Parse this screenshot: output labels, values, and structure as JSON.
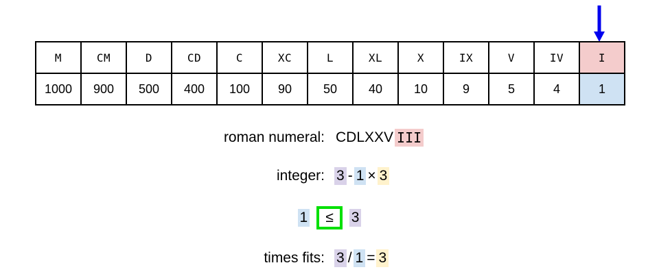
{
  "table": {
    "columns": [
      {
        "symbol": "M",
        "value": "1000",
        "highlight": false
      },
      {
        "symbol": "CM",
        "value": "900",
        "highlight": false
      },
      {
        "symbol": "D",
        "value": "500",
        "highlight": false
      },
      {
        "symbol": "CD",
        "value": "400",
        "highlight": false
      },
      {
        "symbol": "C",
        "value": "100",
        "highlight": false
      },
      {
        "symbol": "XC",
        "value": "90",
        "highlight": false
      },
      {
        "symbol": "L",
        "value": "50",
        "highlight": false
      },
      {
        "symbol": "XL",
        "value": "40",
        "highlight": false
      },
      {
        "symbol": "X",
        "value": "10",
        "highlight": false
      },
      {
        "symbol": "IX",
        "value": "9",
        "highlight": false
      },
      {
        "symbol": "V",
        "value": "5",
        "highlight": false
      },
      {
        "symbol": "IV",
        "value": "4",
        "highlight": false
      },
      {
        "symbol": "I",
        "value": "1",
        "highlight": true
      }
    ],
    "highlight_symbol_color": "#f4cccc",
    "highlight_value_color": "#cfe2f3"
  },
  "pointer": {
    "color": "#0000ee",
    "points_to_column": "I"
  },
  "lines": {
    "roman": {
      "label": "roman numeral:",
      "prefix": "CDLXXV",
      "highlighted": "III",
      "highlight_color": "#f4cccc"
    },
    "integer": {
      "label": "integer:",
      "total": "3",
      "minus": "-",
      "unit": "1",
      "times": "×",
      "count": "3"
    },
    "comparison": {
      "left": "1",
      "operator": "≤",
      "right": "3",
      "box_color": "#00e000"
    },
    "times_fits": {
      "label": "times fits:",
      "numerator": "3",
      "slash": "/",
      "denominator": "1",
      "equals": "=",
      "result": "3"
    }
  },
  "palette": {
    "pink": "#f4cccc",
    "blue": "#cfe2f3",
    "purple": "#d9d2e9",
    "cream": "#fff2cc",
    "green": "#00e000",
    "arrow_blue": "#0000ee"
  }
}
